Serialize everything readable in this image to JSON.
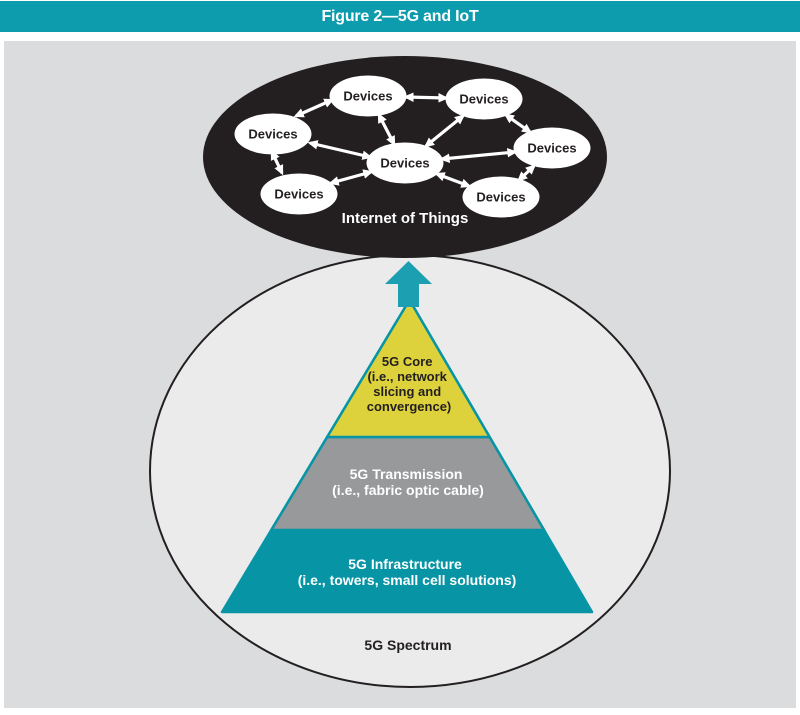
{
  "figure_title": "Figure 2—5G and IoT",
  "iot": {
    "caption": "Internet of Things",
    "devices": [
      {
        "id": "top-left",
        "label": "Devices"
      },
      {
        "id": "top-right",
        "label": "Devices"
      },
      {
        "id": "left",
        "label": "Devices"
      },
      {
        "id": "right",
        "label": "Devices"
      },
      {
        "id": "center",
        "label": "Devices"
      },
      {
        "id": "bottom-left",
        "label": "Devices"
      },
      {
        "id": "bottom-right",
        "label": "Devices"
      }
    ],
    "connections": [
      "left-to-top-left",
      "top-left-to-top-right",
      "top-left-to-center",
      "top-right-to-center",
      "top-right-to-right",
      "left-to-center",
      "left-to-bottom-left",
      "bottom-left-to-center",
      "center-to-right",
      "center-to-bottom-right",
      "right-to-bottom-right"
    ]
  },
  "pyramid": {
    "layers": [
      {
        "id": "5g-core",
        "lines": [
          "5G Core",
          "(i.e., network",
          "slicing and",
          "convergence)"
        ],
        "fill": "#DDD23B"
      },
      {
        "id": "5g-transmission",
        "lines": [
          "5G Transmission",
          "(i.e., fabric optic cable)"
        ],
        "fill": "#97999B"
      },
      {
        "id": "5g-infrastructure",
        "lines": [
          "5G Infrastructure",
          "(i.e., towers, small cell solutions)"
        ],
        "fill": "#0795A6"
      }
    ]
  },
  "spectrum_label": "5G Spectrum",
  "colors": {
    "header_teal": "#0C9CAD",
    "pyramid_teal": "#0795A6",
    "arrow_teal": "#1C9FB0",
    "core_yellow": "#DDD23B",
    "transmission_gray": "#97999B",
    "ink": "#231F20",
    "panel_gray": "#DBDCDD",
    "circle_fill": "#EBEBEC"
  }
}
